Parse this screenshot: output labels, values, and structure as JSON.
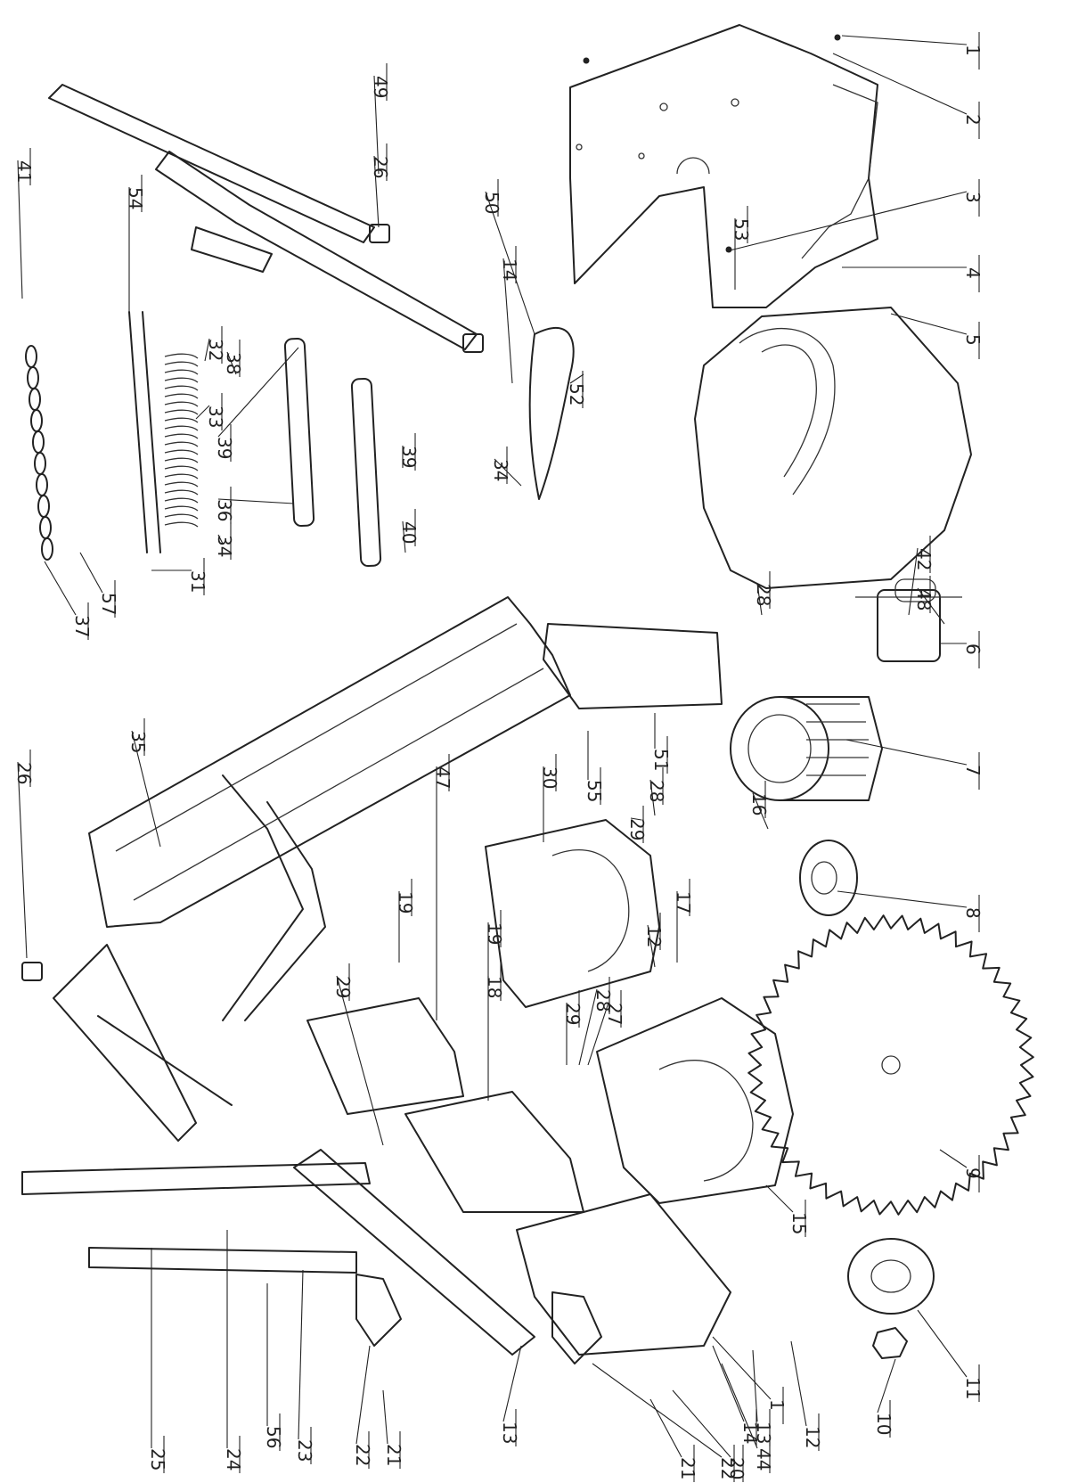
{
  "callouts": [
    {
      "id": "c1",
      "text": "1"
    },
    {
      "id": "c2",
      "text": "2"
    },
    {
      "id": "c3",
      "text": "3"
    },
    {
      "id": "c4",
      "text": "4"
    },
    {
      "id": "c5",
      "text": "5"
    },
    {
      "id": "c6",
      "text": "6"
    },
    {
      "id": "c7",
      "text": "7"
    },
    {
      "id": "c8",
      "text": "8"
    },
    {
      "id": "c9",
      "text": "9"
    },
    {
      "id": "c10",
      "text": "10"
    },
    {
      "id": "c11",
      "text": "11"
    },
    {
      "id": "c12a",
      "text": "12"
    },
    {
      "id": "c12b",
      "text": "12"
    },
    {
      "id": "c13a",
      "text": "13"
    },
    {
      "id": "c13b",
      "text": "13"
    },
    {
      "id": "c14a",
      "text": "14"
    },
    {
      "id": "c14b",
      "text": "14"
    },
    {
      "id": "c15",
      "text": "15"
    },
    {
      "id": "c16",
      "text": "16"
    },
    {
      "id": "c17",
      "text": "17"
    },
    {
      "id": "c18",
      "text": "18"
    },
    {
      "id": "c19a",
      "text": "19"
    },
    {
      "id": "c19b",
      "text": "19"
    },
    {
      "id": "c20",
      "text": "20"
    },
    {
      "id": "c21a",
      "text": "21"
    },
    {
      "id": "c21b",
      "text": "21"
    },
    {
      "id": "c22a",
      "text": "22"
    },
    {
      "id": "c22b",
      "text": "22"
    },
    {
      "id": "c23",
      "text": "23"
    },
    {
      "id": "c24",
      "text": "24"
    },
    {
      "id": "c25",
      "text": "25"
    },
    {
      "id": "c26a",
      "text": "26"
    },
    {
      "id": "c26b",
      "text": "26"
    },
    {
      "id": "c27",
      "text": "27"
    },
    {
      "id": "c28a",
      "text": "28"
    },
    {
      "id": "c28b",
      "text": "28"
    },
    {
      "id": "c28c",
      "text": "28"
    },
    {
      "id": "c29a",
      "text": "29"
    },
    {
      "id": "c29b",
      "text": "29"
    },
    {
      "id": "c29c",
      "text": "29"
    },
    {
      "id": "c30",
      "text": "30"
    },
    {
      "id": "c31",
      "text": "31"
    },
    {
      "id": "c32",
      "text": "32"
    },
    {
      "id": "c33",
      "text": "33"
    },
    {
      "id": "c34a",
      "text": "34"
    },
    {
      "id": "c34b",
      "text": "34"
    },
    {
      "id": "c35",
      "text": "35"
    },
    {
      "id": "c36",
      "text": "36"
    },
    {
      "id": "c37",
      "text": "37"
    },
    {
      "id": "c38",
      "text": "38"
    },
    {
      "id": "c39a",
      "text": "39"
    },
    {
      "id": "c39b",
      "text": "39"
    },
    {
      "id": "c40",
      "text": "40"
    },
    {
      "id": "c41",
      "text": "41"
    },
    {
      "id": "c42",
      "text": "42"
    },
    {
      "id": "c44",
      "text": "44"
    },
    {
      "id": "c47",
      "text": "47"
    },
    {
      "id": "c48",
      "text": "48"
    },
    {
      "id": "c49",
      "text": "49"
    },
    {
      "id": "c50",
      "text": "50"
    },
    {
      "id": "c51",
      "text": "51"
    },
    {
      "id": "c52",
      "text": "52"
    },
    {
      "id": "c53",
      "text": "53"
    },
    {
      "id": "c54",
      "text": "54"
    },
    {
      "id": "c55",
      "text": "55"
    },
    {
      "id": "c56",
      "text": "56"
    },
    {
      "id": "c57",
      "text": "57"
    },
    {
      "id": "c1b",
      "text": "1"
    }
  ]
}
